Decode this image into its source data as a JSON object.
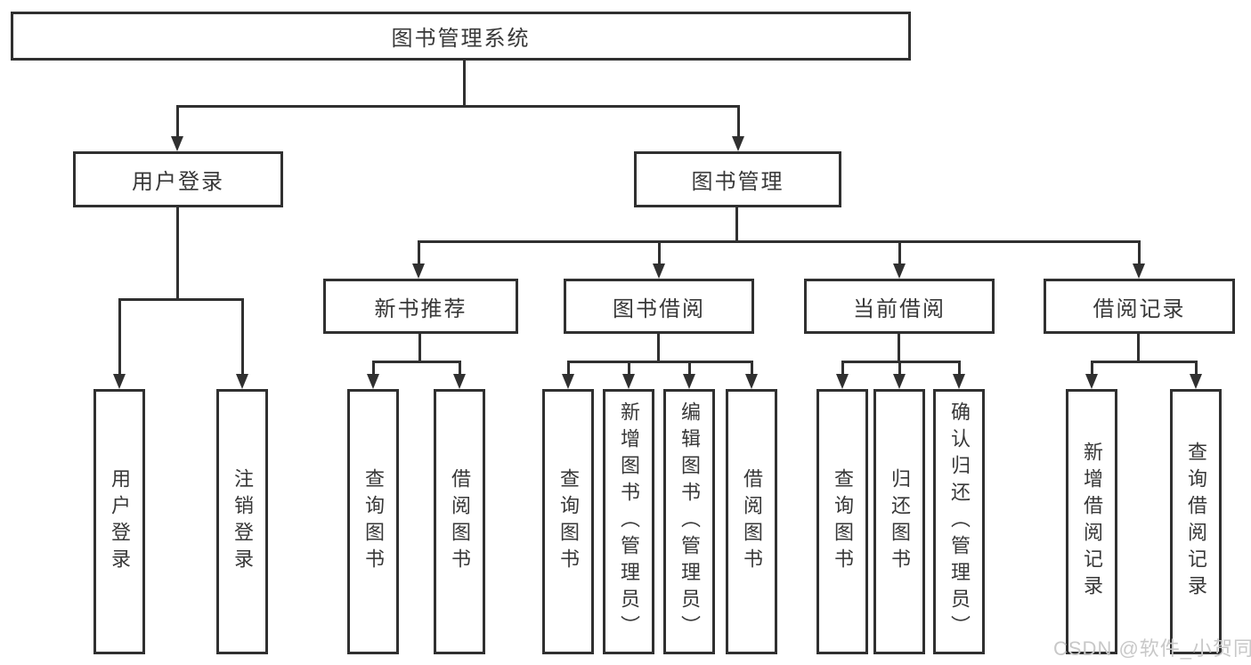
{
  "diagram": {
    "tree": {
      "label": "图书管理系统",
      "children": [
        {
          "label": "用户登录",
          "children": [
            {
              "label": "用户登录"
            },
            {
              "label": "注销登录"
            }
          ]
        },
        {
          "label": "图书管理",
          "children": [
            {
              "label": "新书推荐",
              "children": [
                {
                  "label": "查询图书"
                },
                {
                  "label": "借阅图书"
                }
              ]
            },
            {
              "label": "图书借阅",
              "children": [
                {
                  "label": "查询图书"
                },
                {
                  "label": "新增图书（管理员）"
                },
                {
                  "label": "编辑图书（管理员）"
                },
                {
                  "label": "借阅图书"
                }
              ]
            },
            {
              "label": "当前借阅",
              "children": [
                {
                  "label": "查询图书"
                },
                {
                  "label": "归还图书"
                },
                {
                  "label": "确认归还（管理员）"
                }
              ]
            },
            {
              "label": "借阅记录",
              "children": [
                {
                  "label": "新增借阅记录"
                },
                {
                  "label": "查询借阅记录"
                }
              ]
            }
          ]
        }
      ]
    },
    "watermark": "CSDN @软件_小贺同学",
    "colors": {
      "line": "#303030",
      "box_background": "#ffffff",
      "text": "#383838",
      "watermark": "#c8c8c8"
    }
  }
}
